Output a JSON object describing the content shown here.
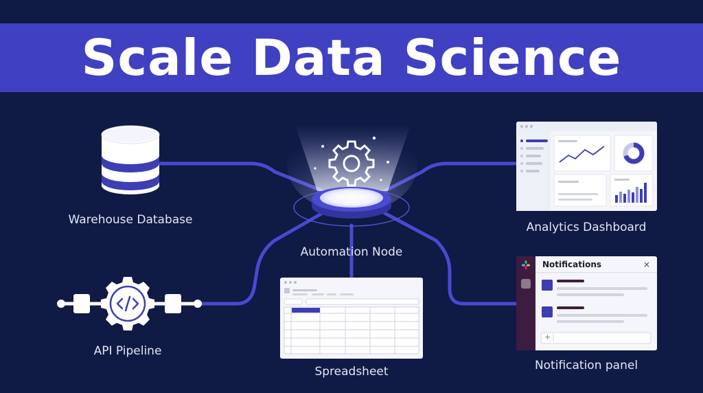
{
  "title": "Scale Data Science",
  "nodes": {
    "warehouse": {
      "label": "Warehouse Database"
    },
    "automation": {
      "label": "Automation Node"
    },
    "analytics": {
      "label": "Analytics Dashboard"
    },
    "api": {
      "label": "API Pipeline"
    },
    "spreadsheet": {
      "label": "Spreadsheet"
    },
    "notification": {
      "label": "Notification panel",
      "panel_title": "Notifications",
      "close_glyph": "×",
      "add_glyph": "+"
    }
  },
  "icons": {
    "database": "database-icon",
    "gear": "gear-icon",
    "code": "code-icon",
    "slack": "slack-icon"
  },
  "colors": {
    "background": "#0f1a45",
    "banner": "#4040c2",
    "connector": "#4a49d0",
    "accent": "#3d3db4",
    "notification_sidebar": "#3c1d40"
  }
}
